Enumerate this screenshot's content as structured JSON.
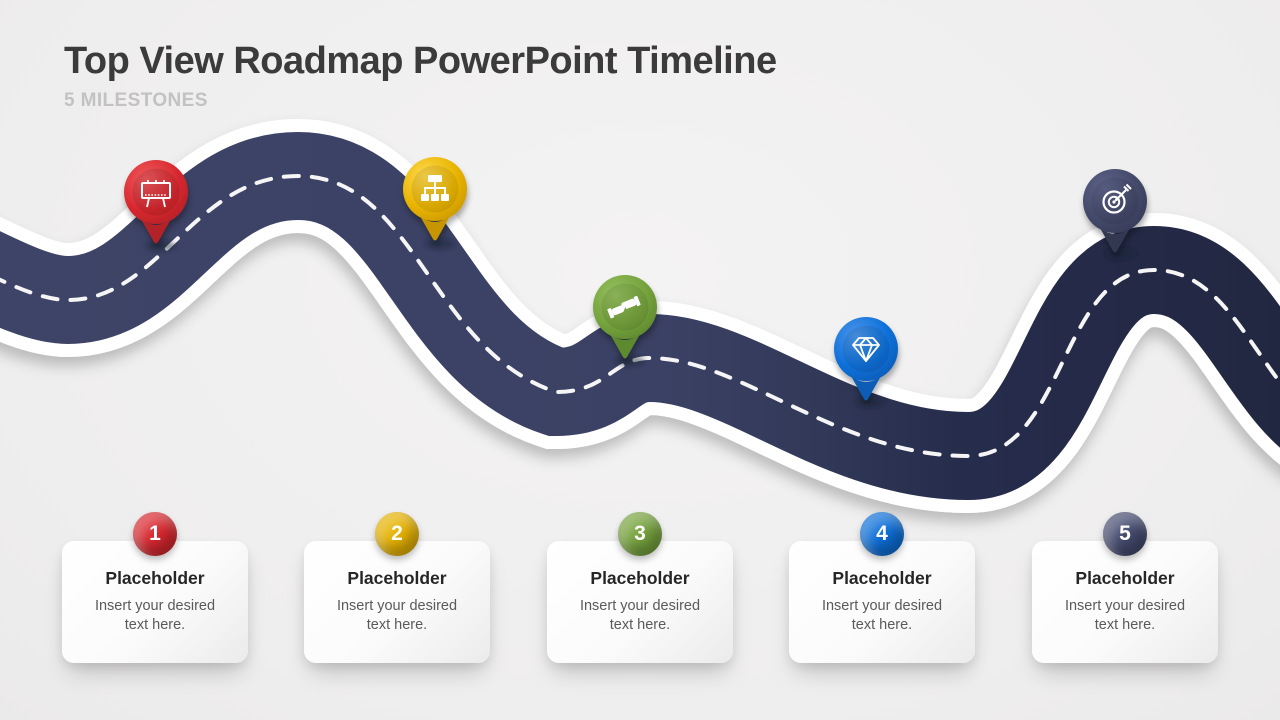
{
  "slide": {
    "title": "Top View Roadmap PowerPoint Timeline",
    "subtitle": "5 MILESTONES",
    "background_color": "#f1f0f0"
  },
  "road": {
    "surface_color_start": "#3e4467",
    "surface_color_end": "#222741",
    "border_color": "#ffffff",
    "marking_color": "#f5f5f5",
    "marking_style": "dashed-center-line"
  },
  "milestones": [
    {
      "number": "1",
      "title": "Placeholder",
      "body": "Insert your desired text here.",
      "color": "#d7282f",
      "icon": "billboard-icon"
    },
    {
      "number": "2",
      "title": "Placeholder",
      "body": "Insert your desired text here.",
      "color": "#e6b200",
      "icon": "org-chart-icon"
    },
    {
      "number": "3",
      "title": "Placeholder",
      "body": "Insert your desired text here.",
      "color": "#76a23d",
      "icon": "handshake-icon"
    },
    {
      "number": "4",
      "title": "Placeholder",
      "body": "Insert your desired text here.",
      "color": "#0d6fd8",
      "icon": "diamond-icon"
    },
    {
      "number": "5",
      "title": "Placeholder",
      "body": "Insert your desired text here.",
      "color": "#454b6f",
      "icon": "target-icon"
    }
  ]
}
